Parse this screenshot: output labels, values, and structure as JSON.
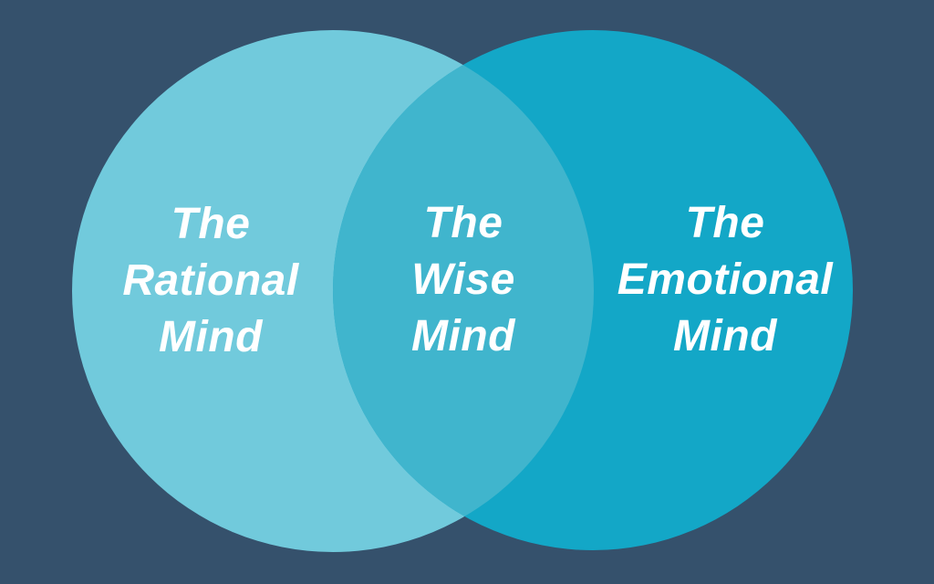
{
  "diagram": {
    "type": "venn",
    "background_color": "#35516C",
    "text_color": "#FFFFFF",
    "left_circle": {
      "label": "The Rational Mind",
      "lines": [
        "The",
        "Rational",
        "Mind"
      ],
      "color": "#71CADC"
    },
    "right_circle": {
      "label": "The Emotional Mind",
      "lines": [
        "The",
        "Emotional",
        "Mind"
      ],
      "color": "#13A7C7"
    },
    "overlap": {
      "label": "The Wise Mind",
      "lines": [
        "The",
        "Wise",
        "Mind"
      ],
      "color": "#40B5CD"
    }
  }
}
